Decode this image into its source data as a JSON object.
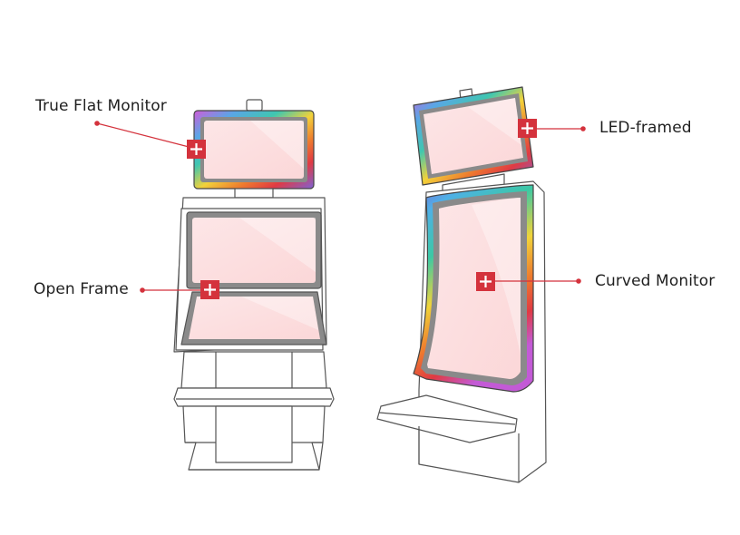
{
  "accent_color": "#d4323c",
  "callouts": {
    "true_flat": {
      "label": "True Flat Monitor",
      "icon": "plus-icon"
    },
    "open_frame": {
      "label": "Open Frame",
      "icon": "plus-icon"
    },
    "led_framed": {
      "label": "LED-framed",
      "icon": "plus-icon"
    },
    "curved": {
      "label": "Curved Monitor",
      "icon": "plus-icon"
    }
  }
}
